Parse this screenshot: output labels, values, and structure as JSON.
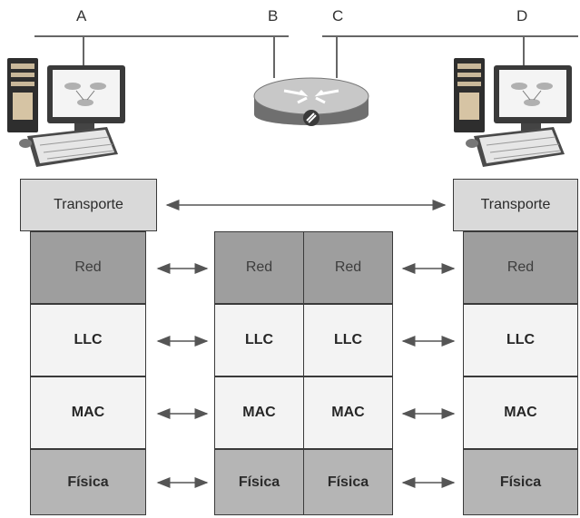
{
  "nodes": {
    "a": "A",
    "b": "B",
    "c": "C",
    "d": "D"
  },
  "stacks": {
    "host_left": {
      "transport": "Transporte",
      "network": "Red",
      "llc": "LLC",
      "mac": "MAC",
      "physical": "Física"
    },
    "router_port_b": {
      "network": "Red",
      "llc": "LLC",
      "mac": "MAC",
      "physical": "Física"
    },
    "router_port_c": {
      "network": "Red",
      "llc": "LLC",
      "mac": "MAC",
      "physical": "Física"
    },
    "host_right": {
      "transport": "Transporte",
      "network": "Red",
      "llc": "LLC",
      "mac": "MAC",
      "physical": "Física"
    }
  },
  "colors": {
    "network_layer": "#9e9e9e",
    "llc_mac_layer": "#f3f3f3",
    "physical_layer": "#b5b5b5",
    "transport_layer": "#d9d9d9",
    "border": "#3a3a3a",
    "line": "#555555"
  }
}
